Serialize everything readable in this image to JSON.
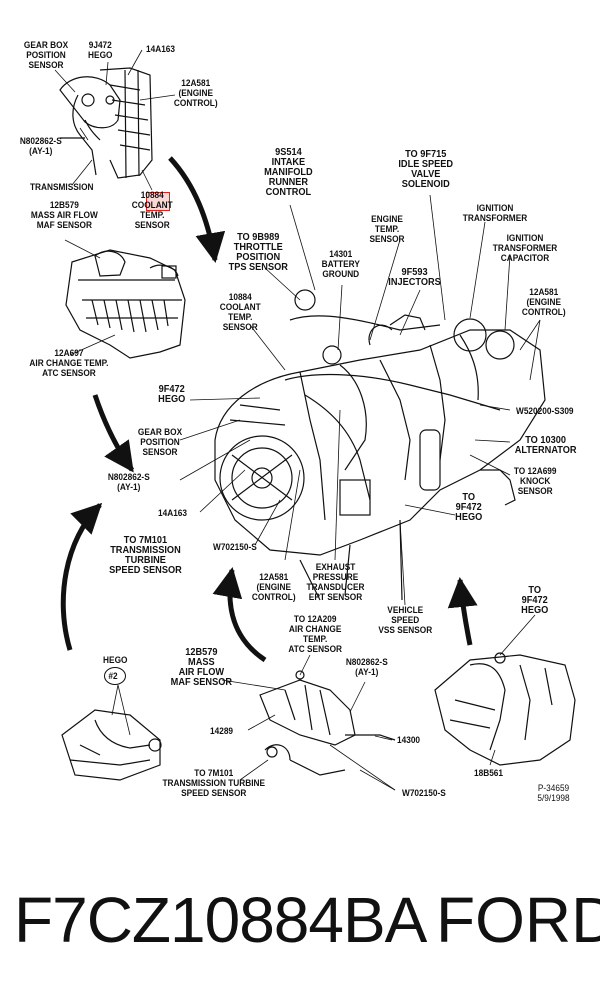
{
  "labels": {
    "gear_box_tl": "GEAR BOX\nPOSITION\nSENSOR",
    "hego_9j472": "9J472\nHEGO",
    "p14a163_top": "14A163",
    "engine_control_tl": "12A581\n(ENGINE\nCONTROL)",
    "n802862_tl": "N802862-S\n(AY-1)",
    "transmission_tl": "TRANSMISSION",
    "coolant_tl": "10884\nCOOLANT\nTEMP.\nSENSOR",
    "maf_tl": "12B579\nMASS AIR FLOW\nMAF SENSOR",
    "intake_runner": "9S514\nINTAKE\nMANIFOLD\nRUNNER\nCONTROL",
    "idle_speed": "TO 9F715\nIDLE SPEED\nVALVE\nSOLENOID",
    "ignition_transformer": "IGNITION\nTRANSFORMER",
    "engine_temp": "ENGINE\nTEMP.\nSENSOR",
    "ignition_capacitor": "IGNITION\nTRANSFORMER\nCAPACITOR",
    "throttle": "TO 9B989\nTHROTTLE\nPOSITION\nTPS SENSOR",
    "battery_ground": "14301\nBATTERY\nGROUND",
    "injectors": "9F593\nINJECTORS",
    "engine_control_r": "12A581\n(ENGINE\nCONTROL)",
    "coolant_mid": "10884\nCOOLANT\nTEMP.\nSENSOR",
    "atc_sensor": "12A697\nAIR CHANGE TEMP.\nATC SENSOR",
    "hego_9f472_mid": "9F472\nHEGO",
    "w520200": "W520200-S309",
    "gear_box_mid": "GEAR BOX\nPOSITION\nSENSOR",
    "alternator": "TO 10300\nALTERNATOR",
    "knock": "TO 12A699\nKNOCK\nSENSOR",
    "n802862_mid": "N802862-S\n(AY-1)",
    "hego_9f472_r": "TO\n9F472\nHEGO",
    "p14a163_mid": "14A163",
    "turbine_mid": "TO 7M101\nTRANSMISSION\nTURBINE\nSPEED SENSOR",
    "w702150_mid": "W702150-S",
    "engine_control_bot": "12A581\n(ENGINE\nCONTROL)",
    "ept": "EXHAUST\nPRESSURE\nTRANSDUCER\nEPT SENSOR",
    "vss": "VEHICLE\nSPEED\nVSS SENSOR",
    "atc_12a209": "TO 12A209\nAIR CHANGE\nTEMP.\nATC SENSOR",
    "hego_br": "TO\n9F472\nHEGO",
    "hego2": "HEGO",
    "hego2_num": "#2",
    "maf_bot": "12B579\nMASS\nAIR FLOW\nMAF SENSOR",
    "n802862_bot": "N802862-S\n(AY-1)",
    "p14289": "14289",
    "p14300": "14300",
    "p18b561": "18B561",
    "turbine_bot": "TO 7M101\nTRANSMISSION TURBINE\nSPEED SENSOR",
    "w702150_bot": "W702150-S",
    "ref": "P-34659\n5/9/1998"
  },
  "footer": {
    "part_number": "F7CZ10884BA",
    "brand": "FORD"
  },
  "colors": {
    "highlight": "#e0201a",
    "ink": "#111111"
  }
}
